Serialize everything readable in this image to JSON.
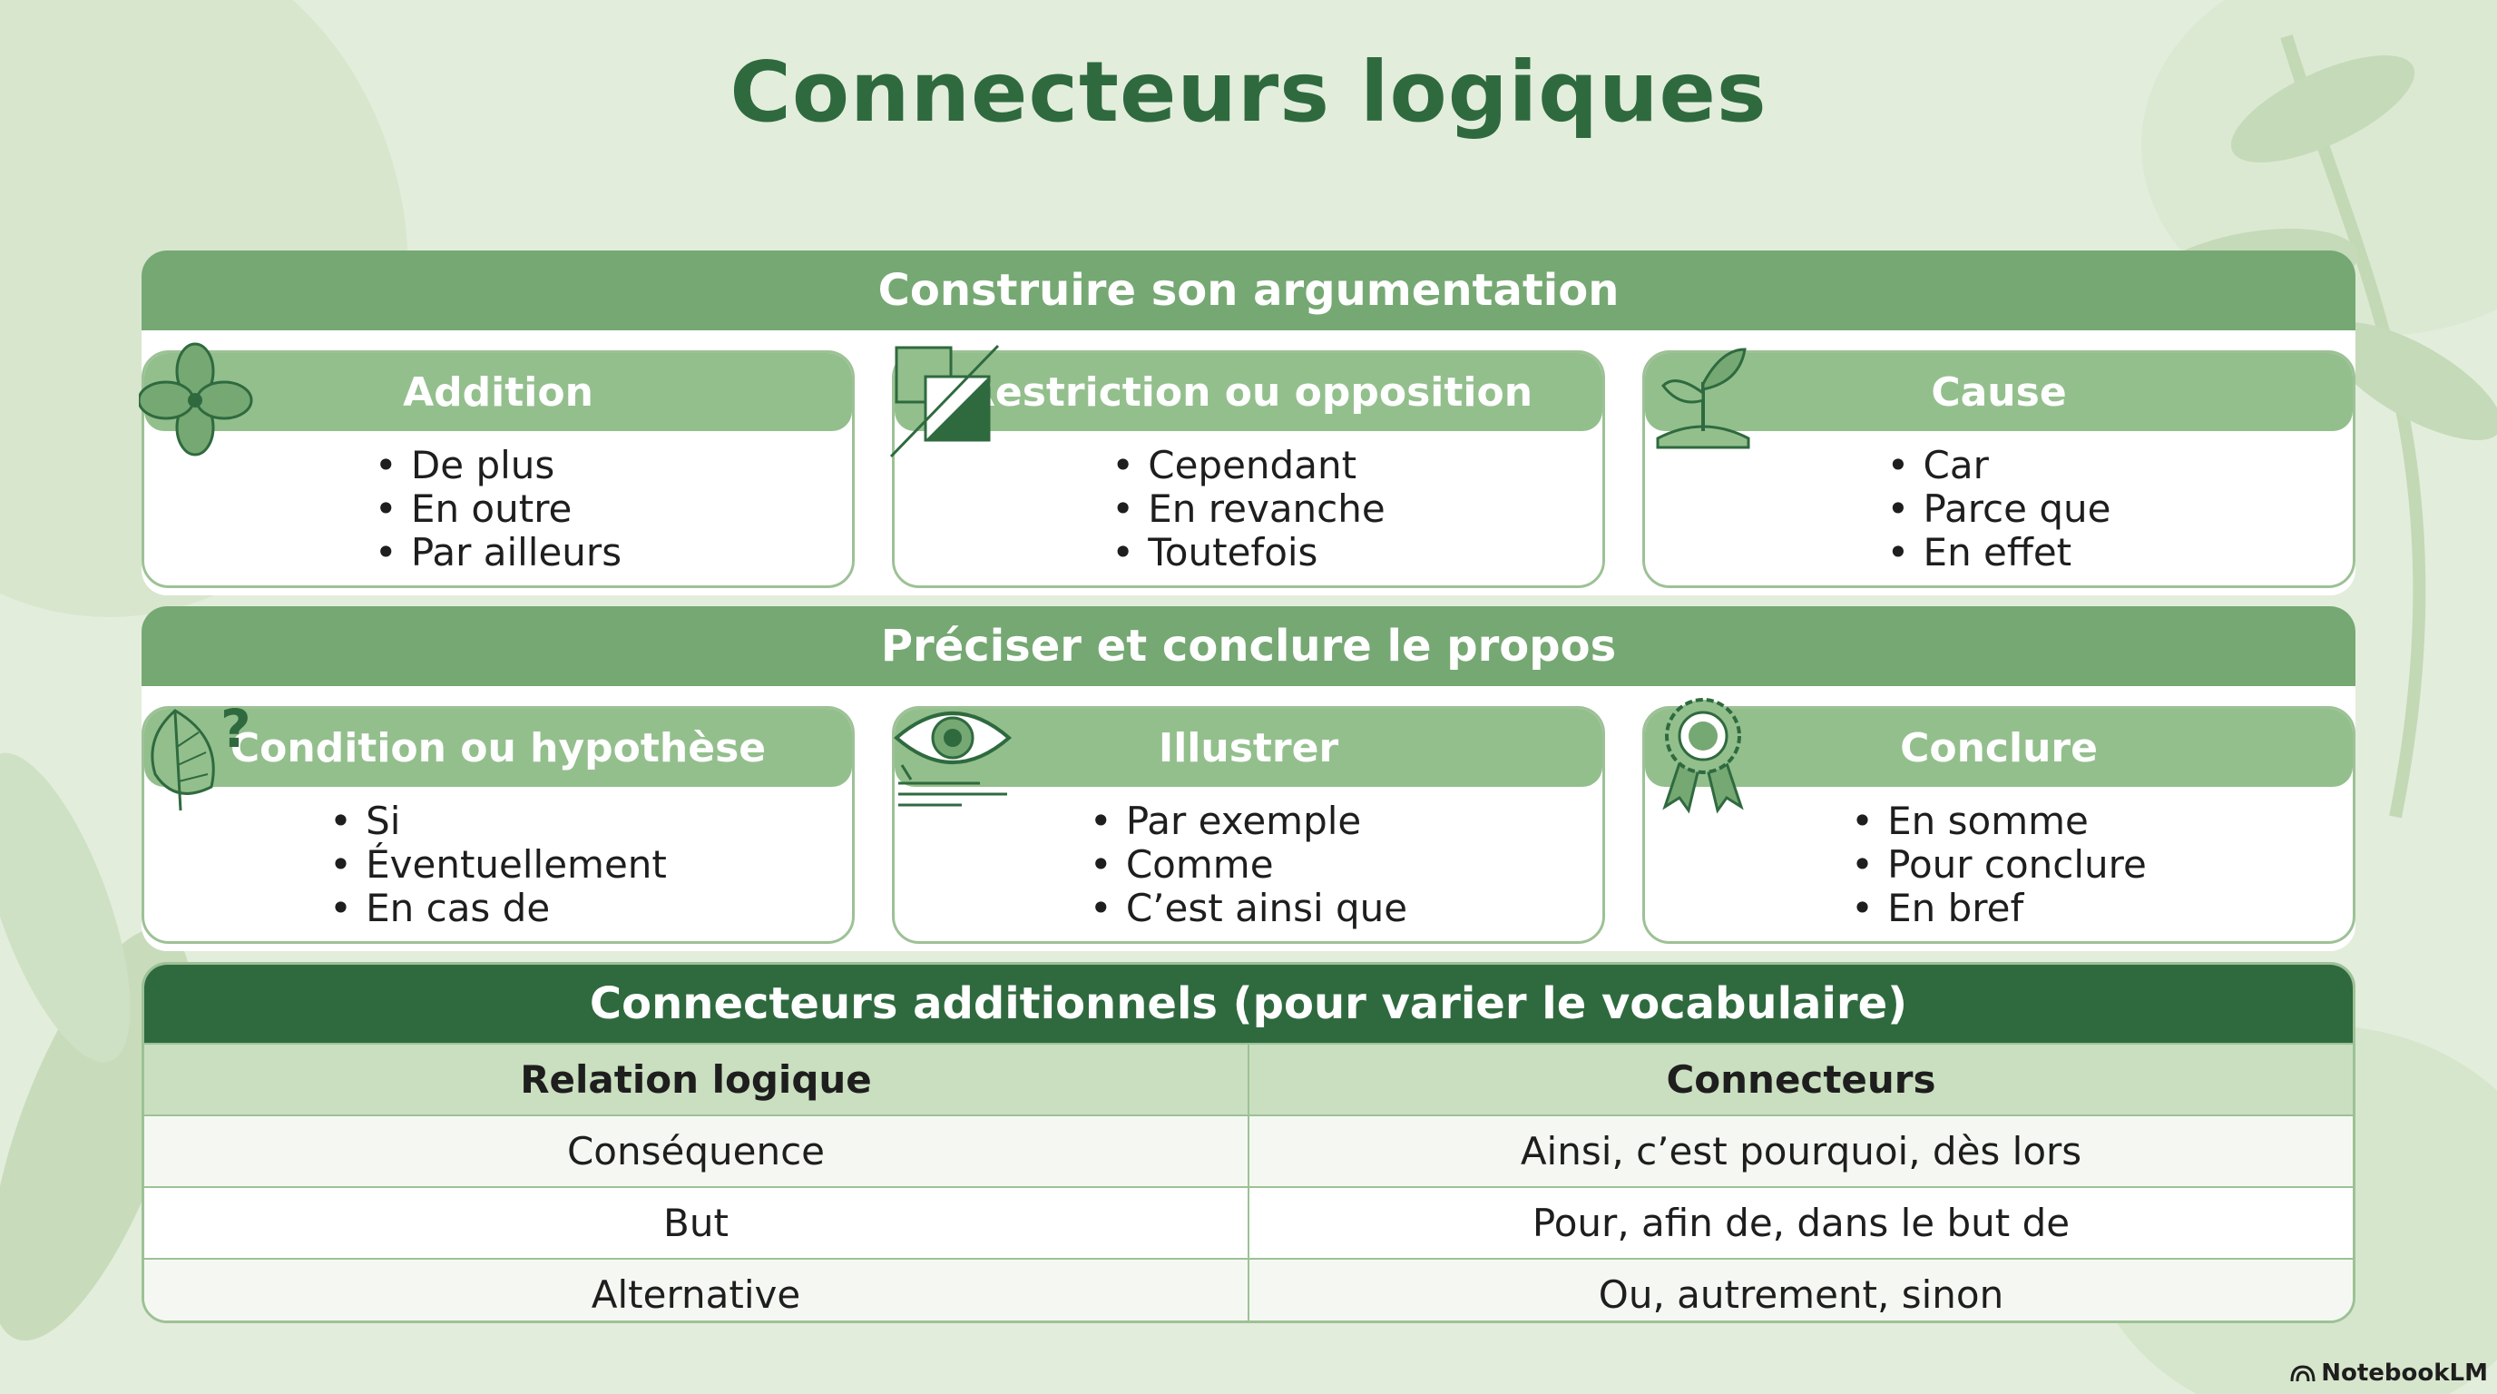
{
  "title": "Connecteurs logiques",
  "colors": {
    "primary_green": "#76a873",
    "dark_green": "#2f6a3f",
    "light_green": "#93bf8d",
    "background": "#e3eddc"
  },
  "sections": [
    {
      "title": "Construire son argumentation",
      "cards": [
        {
          "title": "Addition",
          "icon": "clover-icon",
          "items": [
            "De plus",
            "En outre",
            "Par ailleurs"
          ]
        },
        {
          "title": "Restriction ou opposition",
          "icon": "split-squares-icon",
          "items": [
            "Cependant",
            "En revanche",
            "Toutefois"
          ]
        },
        {
          "title": "Cause",
          "icon": "sprout-icon",
          "items": [
            "Car",
            "Parce que",
            "En effet"
          ]
        }
      ]
    },
    {
      "title": "Préciser et conclure le propos",
      "cards": [
        {
          "title": "Condition ou hypothèse",
          "icon": "leaf-question-icon",
          "items": [
            "Si",
            "Éventuellement",
            "En cas de"
          ]
        },
        {
          "title": "Illustrer",
          "icon": "eye-icon",
          "items": [
            "Par exemple",
            "Comme",
            "C’est ainsi que"
          ]
        },
        {
          "title": "Conclure",
          "icon": "award-ribbon-icon",
          "items": [
            "En somme",
            "Pour conclure",
            "En bref"
          ]
        }
      ]
    }
  ],
  "table": {
    "title": "Connecteurs additionnels (pour varier le vocabulaire)",
    "headers": [
      "Relation logique",
      "Connecteurs"
    ],
    "rows": [
      [
        "Conséquence",
        "Ainsi, c’est pourquoi, dès lors"
      ],
      [
        "But",
        "Pour, afin de, dans le but de"
      ],
      [
        "Alternative",
        "Ou, autrement, sinon"
      ]
    ]
  },
  "brand": "NotebookLM"
}
